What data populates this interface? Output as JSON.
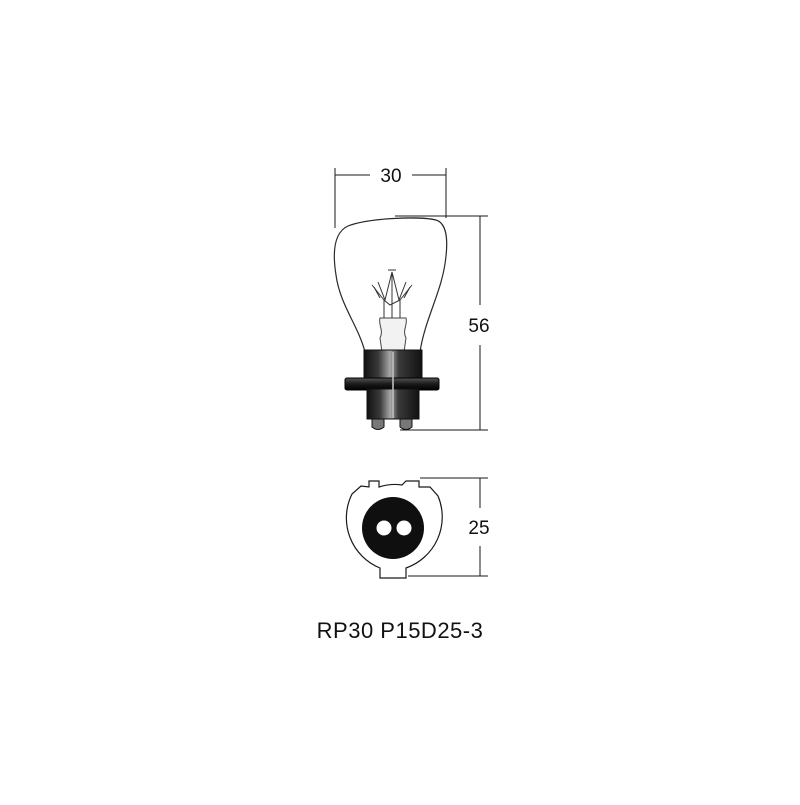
{
  "dimensions": {
    "bulb_width": "30",
    "bulb_height": "56",
    "base_diameter": "25"
  },
  "caption": "RP30 P15D25-3",
  "colors": {
    "line": "#1a1a1a",
    "base_dark": "#1c1c1c",
    "base_highlight": "#9a9a9a",
    "glass_edge": "#2a2a2a"
  }
}
